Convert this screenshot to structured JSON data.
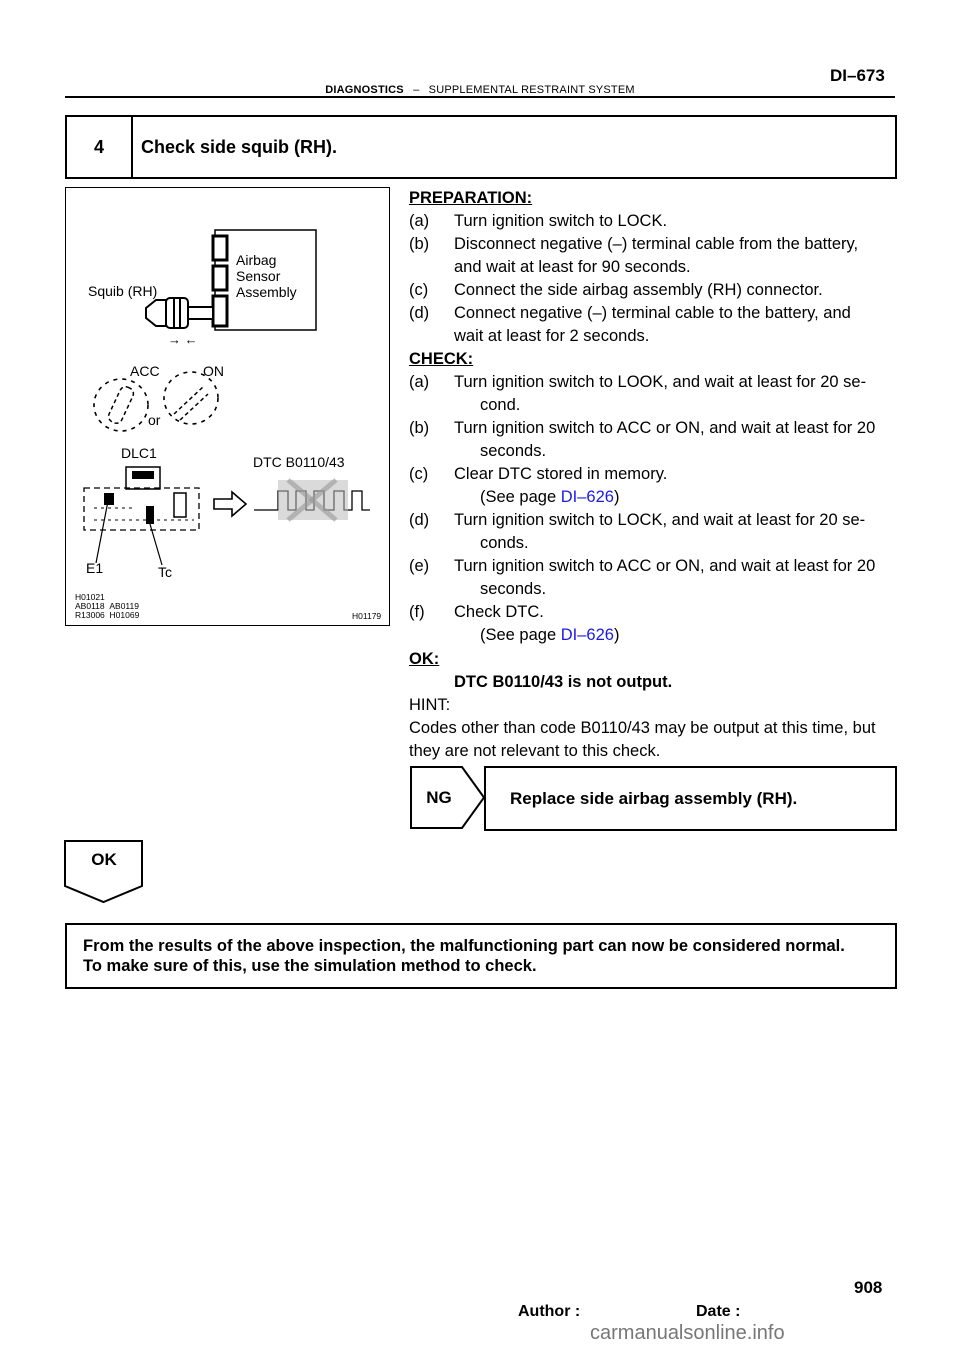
{
  "header": {
    "page_code": "DI–673",
    "section": "DIAGNOSTICS",
    "separator": "–",
    "subsection": "SUPPLEMENTAL RESTRAINT SYSTEM"
  },
  "step": {
    "number": "4",
    "title": "Check side squib (RH)."
  },
  "figure": {
    "squib_label": "Squib (RH)",
    "sensor_label_1": "Airbag",
    "sensor_label_2": "Sensor",
    "sensor_label_3": "Assembly",
    "arrows": "→ ←",
    "acc": "ACC",
    "on": "ON",
    "or": "or",
    "dlc1": "DLC1",
    "dtc": "DTC B0110/43",
    "e1": "E1",
    "tc": "Tc",
    "ref_1": "H01021",
    "ref_2": "AB0118",
    "ref_3": "AB0119",
    "ref_4": "R13006",
    "ref_5": "H01069",
    "fig_id": "H01179"
  },
  "content": {
    "preparation": "PREPARATION:",
    "prep_a_l": "(a)",
    "prep_a": "Turn ignition switch to LOCK.",
    "prep_b_l": "(b)",
    "prep_b1": "Disconnect negative (–) terminal cable from the battery,",
    "prep_b2": "and wait at least for 90 seconds.",
    "prep_c_l": "(c)",
    "prep_c": "Connect the side airbag assembly (RH) connector.",
    "prep_d_l": "(d)",
    "prep_d1": "Connect negative (–) terminal cable to the battery, and",
    "prep_d2": "wait at least for 2 seconds.",
    "check": "CHECK:",
    "chk_a_l": "(a)",
    "chk_a1": "Turn ignition switch to LOOK, and wait at least for 20 se-",
    "chk_a2": "cond.",
    "chk_b_l": "(b)",
    "chk_b1": "Turn ignition switch to ACC or ON, and wait at least for 20",
    "chk_b2": "seconds.",
    "chk_c_l": "(c)",
    "chk_c1": "Clear DTC stored in memory.",
    "see_page": "(See page ",
    "link": "DI–626",
    "close_paren": ")",
    "chk_d_l": "(d)",
    "chk_d1": "Turn ignition switch to LOCK, and wait at least for 20 se-",
    "chk_d2": "conds.",
    "chk_e_l": "(e)",
    "chk_e1": "Turn ignition switch to ACC or ON, and wait at least for 20",
    "chk_e2": "seconds.",
    "chk_f_l": "(f)",
    "chk_f1": "Check DTC.",
    "ok_head": "OK:",
    "ok_text": "DTC B0110/43 is not output.",
    "hint": "HINT:",
    "hint_1": "Codes other than code B0110/43 may be output at this time, but",
    "hint_2": "they are not relevant to this check."
  },
  "ng": {
    "label": "NG",
    "action": "Replace side airbag assembly (RH)."
  },
  "ok": {
    "label": "OK"
  },
  "final": {
    "line1": "From the results of the above inspection, the malfunctioning part can now be considered normal.",
    "line2": "To make sure of this, use the simulation method to check."
  },
  "footer": {
    "page_number": "908",
    "author": "Author :",
    "date": "Date :",
    "watermark": "carmanualsonline.info"
  }
}
